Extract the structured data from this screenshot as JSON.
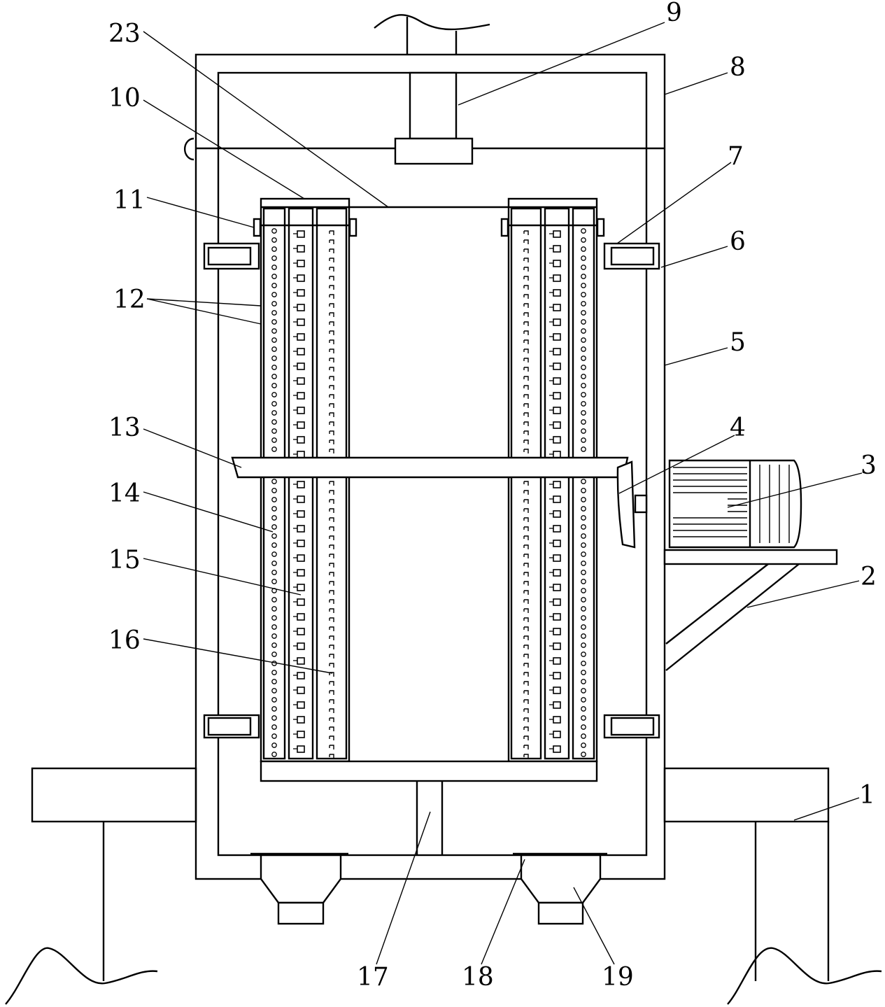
{
  "figure": {
    "labels": [
      {
        "id": "n23",
        "text": "23"
      },
      {
        "id": "n9",
        "text": "9"
      },
      {
        "id": "n8",
        "text": "8"
      },
      {
        "id": "n10",
        "text": "10"
      },
      {
        "id": "n7",
        "text": "7"
      },
      {
        "id": "n11",
        "text": "11"
      },
      {
        "id": "n6",
        "text": "6"
      },
      {
        "id": "n12",
        "text": "12"
      },
      {
        "id": "n5",
        "text": "5"
      },
      {
        "id": "n13",
        "text": "13"
      },
      {
        "id": "n4",
        "text": "4"
      },
      {
        "id": "n3",
        "text": "3"
      },
      {
        "id": "n14",
        "text": "14"
      },
      {
        "id": "n15",
        "text": "15"
      },
      {
        "id": "n2",
        "text": "2"
      },
      {
        "id": "n16",
        "text": "16"
      },
      {
        "id": "n1",
        "text": "1"
      },
      {
        "id": "n17",
        "text": "17"
      },
      {
        "id": "n18",
        "text": "18"
      },
      {
        "id": "n19",
        "text": "19"
      }
    ]
  }
}
